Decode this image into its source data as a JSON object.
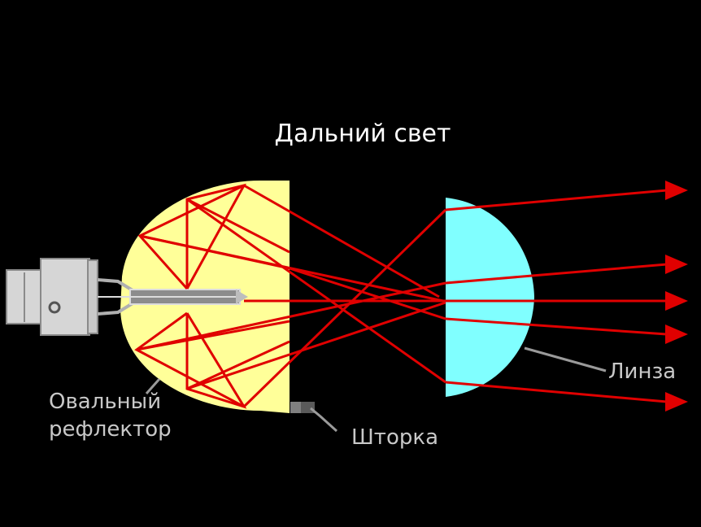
{
  "title": "Дальний свет",
  "labels": {
    "reflector_line1": "Овальный",
    "reflector_line2": "рефлектор",
    "shutter": "Шторка",
    "lens": "Линза"
  },
  "colors": {
    "background": "#000000",
    "reflector": "#ffff99",
    "lens": "#80ffff",
    "ray": "#e00000",
    "label": "#c8c8c8",
    "title": "#ffffff"
  }
}
